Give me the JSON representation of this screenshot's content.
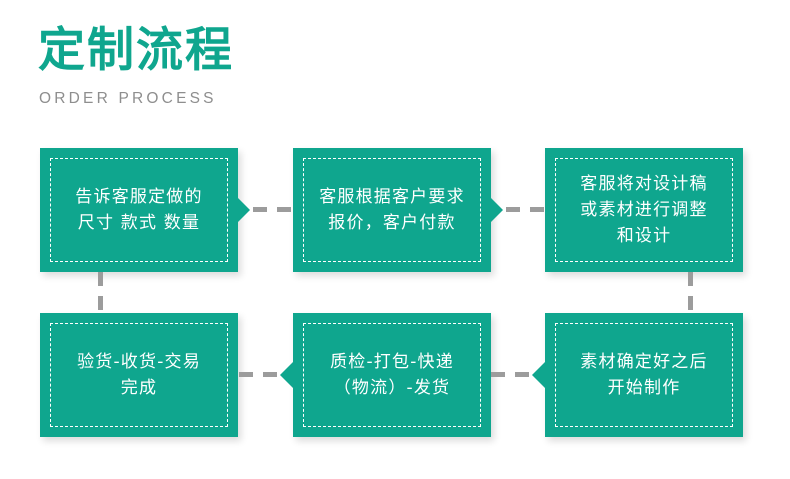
{
  "header": {
    "title": "定制流程",
    "subtitle": "ORDER PROCESS",
    "title_color": "#0FA68E",
    "subtitle_color": "#8E8E8E"
  },
  "theme": {
    "box_fill": "#0FA68E",
    "box_text_color": "#FFFFFF",
    "inner_border_color": "#FFFFFF",
    "connector_color": "#9C9C9C",
    "background": "#FFFFFF"
  },
  "flow": {
    "steps": [
      {
        "index": 1,
        "text": "告诉客服定做的\n尺寸 款式 数量",
        "row": "top",
        "column": 1
      },
      {
        "index": 2,
        "text": "客服根据客户要求\n报价，客户付款",
        "row": "top",
        "column": 2
      },
      {
        "index": 3,
        "text": "客服将对设计稿\n或素材进行调整\n和设计",
        "row": "top",
        "column": 3
      },
      {
        "index": 4,
        "text": "素材确定好之后\n开始制作",
        "row": "bottom",
        "column": 3
      },
      {
        "index": 5,
        "text": "质检-打包-快递\n（物流）-发货",
        "row": "bottom",
        "column": 2
      },
      {
        "index": 6,
        "text": "验货-收货-交易\n完成",
        "row": "bottom",
        "column": 1
      }
    ],
    "connectors": [
      {
        "id": "c1",
        "from": 1,
        "to": 2,
        "direction": "right"
      },
      {
        "id": "c2",
        "from": 2,
        "to": 3,
        "direction": "right"
      },
      {
        "id": "c3",
        "from": 3,
        "to": 4,
        "direction": "down"
      },
      {
        "id": "c4",
        "from": 4,
        "to": 5,
        "direction": "left"
      },
      {
        "id": "c5",
        "from": 5,
        "to": 6,
        "direction": "left"
      },
      {
        "id": "c6",
        "from": 6,
        "to": 1,
        "direction": "up"
      }
    ]
  }
}
